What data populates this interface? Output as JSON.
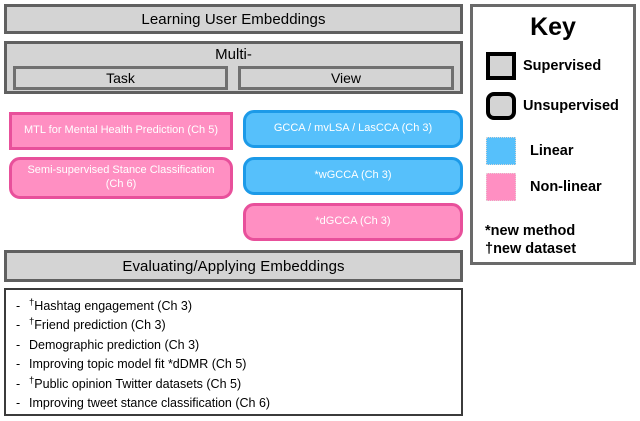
{
  "figure": {
    "top_banner": "Learning User Embeddings",
    "multi": {
      "label": "Multi-",
      "columns": [
        "Task",
        "View"
      ]
    },
    "cards": [
      {
        "id": "mtl",
        "label": "MTL for Mental Health Prediction (Ch 5)",
        "color": "pink",
        "corner": "square",
        "column": "task"
      },
      {
        "id": "semi",
        "label": "Semi-supervised Stance Classification (Ch 6)",
        "color": "pink",
        "corner": "rounded",
        "column": "task"
      },
      {
        "id": "gcca",
        "label": "GCCA / mvLSA / LasCCA (Ch 3)",
        "color": "blue",
        "corner": "rounded",
        "column": "view"
      },
      {
        "id": "wgcca",
        "label": "*wGCCA (Ch 3)",
        "color": "blue",
        "corner": "rounded",
        "column": "view"
      },
      {
        "id": "dgcca",
        "label": "*dGCCA (Ch 3)",
        "color": "pink",
        "corner": "rounded",
        "column": "view"
      }
    ],
    "eval_banner": "Evaluating/Applying Embeddings",
    "eval_items": [
      {
        "dagger": true,
        "text": "Hashtag engagement (Ch 3)"
      },
      {
        "dagger": true,
        "text": "Friend prediction (Ch 3)"
      },
      {
        "dagger": false,
        "text": "Demographic prediction (Ch 3)"
      },
      {
        "dagger": false,
        "text": "Improving topic model fit  *dDMR (Ch 5)"
      },
      {
        "dagger": true,
        "text": "Public opinion Twitter datasets (Ch 5)"
      },
      {
        "dagger": false,
        "text": "Improving tweet stance classification (Ch 6)"
      }
    ],
    "bullet_dash": "-"
  },
  "key": {
    "title": "Key",
    "entries": [
      {
        "label": "Supervised",
        "swatch": "gray-square"
      },
      {
        "label": "Unsupervised",
        "swatch": "gray-rounded"
      },
      {
        "label": "Linear",
        "swatch": "blue-fill"
      },
      {
        "label": "Non-linear",
        "swatch": "pink-fill"
      }
    ],
    "notes_line1": "*new method",
    "notes_line2": "†new dataset"
  },
  "colors": {
    "gray_fill": "#d4d4d4",
    "gray_border": "#606060",
    "pink_fill": "#ff8fc2",
    "pink_border": "#e8509b",
    "blue_fill": "#56c0fb",
    "blue_border": "#1c9ae8",
    "black": "#000000",
    "white": "#ffffff"
  }
}
